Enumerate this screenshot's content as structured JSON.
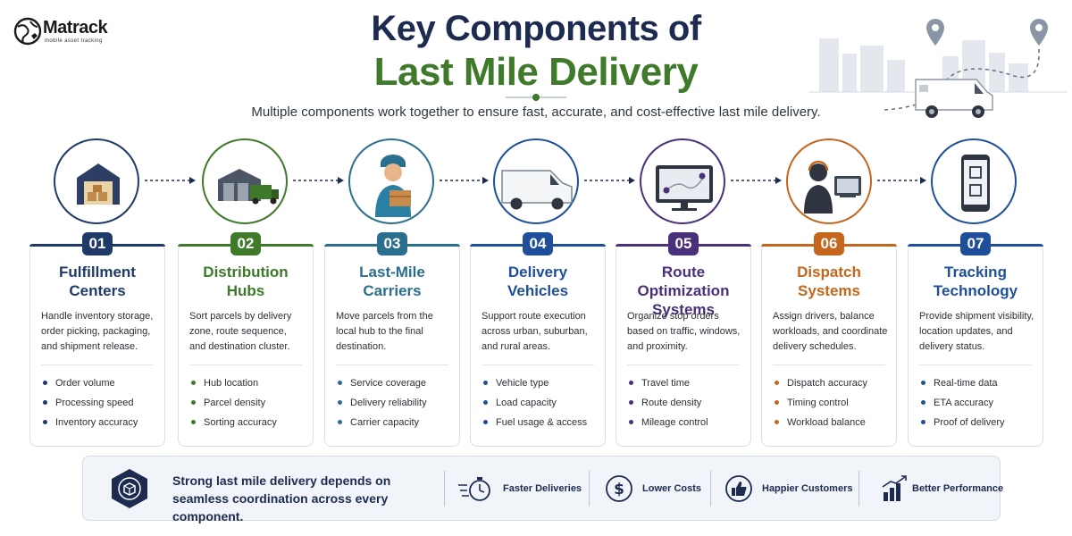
{
  "logo": {
    "name": "Matrack",
    "tagline": "mobile asset tracking"
  },
  "title": {
    "line1": "Key Components of",
    "line2": "Last Mile Delivery"
  },
  "subtitle": "Multiple components work together to ensure fast, accurate, and cost-effective last mile delivery.",
  "components": [
    {
      "number": "01",
      "title1": "Fulfillment",
      "title2": "Centers",
      "color": "#1f3a68",
      "description": "Handle inventory storage, order picking, packaging, and shipment release.",
      "metrics": [
        "Order volume",
        "Processing speed",
        "Inventory accuracy"
      ]
    },
    {
      "number": "02",
      "title1": "Distribution",
      "title2": "Hubs",
      "color": "#3f7a2a",
      "description": "Sort parcels by delivery zone, route sequence, and destination cluster.",
      "metrics": [
        "Hub location",
        "Parcel density",
        "Sorting accuracy"
      ]
    },
    {
      "number": "03",
      "title1": "Last-Mile",
      "title2": "Carriers",
      "color": "#2b6f8e",
      "description": "Move parcels from the local hub to the final destination.",
      "metrics": [
        "Service coverage",
        "Delivery reliability",
        "Carrier capacity"
      ]
    },
    {
      "number": "04",
      "title1": "Delivery",
      "title2": "Vehicles",
      "color": "#1f4f9a",
      "description": "Support route execution across urban, suburban, and rural areas.",
      "metrics": [
        "Vehicle type",
        "Load capacity",
        "Fuel usage & access"
      ]
    },
    {
      "number": "05",
      "title1": "Route Optimization",
      "title2": "Systems",
      "color": "#4a2f7a",
      "description": "Organize stop orders based on traffic, windows, and proximity.",
      "metrics": [
        "Travel time",
        "Route density",
        "Mileage control"
      ]
    },
    {
      "number": "06",
      "title1": "Dispatch",
      "title2": "Systems",
      "color": "#c4661b",
      "description": "Assign drivers, balance workloads, and coordinate delivery schedules.",
      "metrics": [
        "Dispatch accuracy",
        "Timing control",
        "Workload balance"
      ]
    },
    {
      "number": "07",
      "title1": "Tracking",
      "title2": "Technology",
      "color": "#1f4f9a",
      "description": "Provide shipment visibility, location updates, and delivery status.",
      "metrics": [
        "Real-time data",
        "ETA accuracy",
        "Proof of delivery"
      ]
    }
  ],
  "bottom": {
    "lead1": "Strong last mile delivery depends on",
    "lead2": "seamless coordination across every component.",
    "benefits": [
      {
        "label": "Faster Deliveries",
        "icon": "stopwatch-icon"
      },
      {
        "label": "Lower Costs",
        "icon": "dollar-icon"
      },
      {
        "label": "Happier Customers",
        "icon": "thumbs-up-icon"
      },
      {
        "label": "Better Performance",
        "icon": "bar-chart-icon"
      }
    ]
  }
}
